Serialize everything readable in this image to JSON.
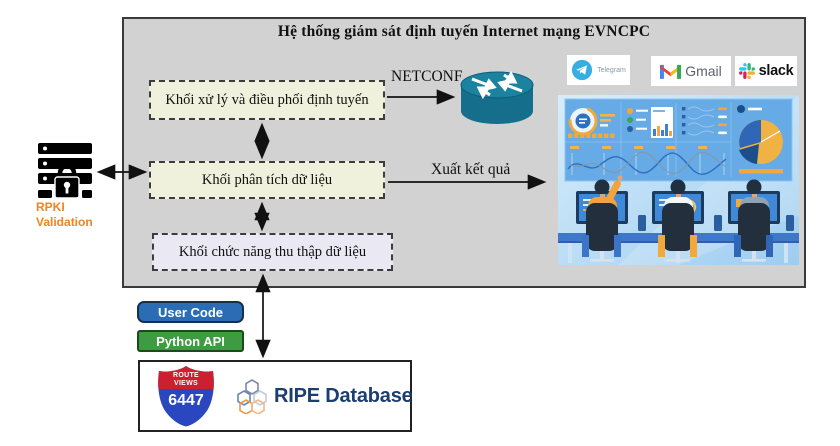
{
  "diagram": {
    "title": "Hệ thống giám sát định tuyến Internet mạng EVNCPC",
    "blocks": {
      "routing": {
        "label": "Khối xử lý và điều phối định tuyến"
      },
      "analysis": {
        "label": "Khối phân tích dữ liệu"
      },
      "collection": {
        "label": "Khối chức năng thu thập dữ liệu"
      }
    },
    "edges": {
      "netconf": "NETCONF",
      "export_results": "Xuất kết quả"
    },
    "rpki": {
      "line1": "RPKI",
      "line2": "Validation"
    },
    "badges": {
      "user_code": "User Code",
      "python_api": "Python API"
    },
    "integrations": {
      "telegram": {
        "label": "Telegram"
      },
      "gmail": {
        "label": "Gmail"
      },
      "slack": {
        "label": "slack"
      }
    },
    "datasources": {
      "routeviews": {
        "line1": "ROUTE",
        "line2": "VIEWS",
        "number": "6447"
      },
      "ripe": {
        "label": "RIPE Database"
      }
    },
    "icons": {
      "router-icon": "teal cisco-style router cylinder",
      "server-lock-icon": "black server stack with padlock",
      "telegram-icon": "blue circle paper plane",
      "gmail-icon": "multicolor M envelope",
      "slack-icon": "multicolor hash pinwheel",
      "routeviews-shield-icon": "red/blue interstate shield",
      "ripe-hexagons-icon": "hexagon cluster outline",
      "monitoring-room-illustration": "operators at dashboard wall"
    },
    "colors": {
      "container_bg": "#d2d2d2",
      "block_green_bg": "#eff1dd",
      "block_purple_bg": "#eae9f3",
      "rpki_orange": "#f4821f",
      "user_code_blue": "#2a6db5",
      "python_api_green": "#3f9b41",
      "router_teal": "#1b82a0",
      "telegram_blue": "#37aee2",
      "ripe_navy": "#1c3e70"
    }
  }
}
